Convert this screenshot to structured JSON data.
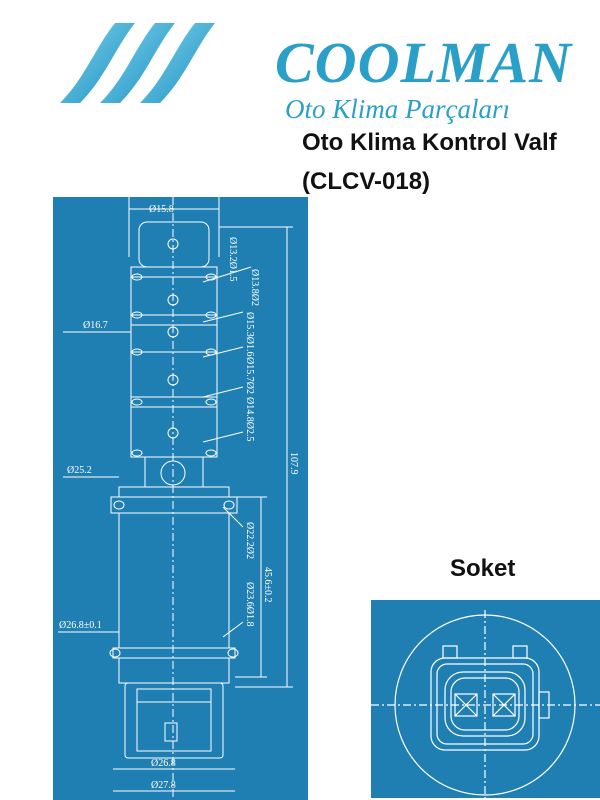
{
  "brand": {
    "name": "COOLMAN",
    "tagline": "Oto Klima Parçaları",
    "accent_color": "#2aa0c8"
  },
  "product": {
    "title_line1": "Oto Klima Kontrol Valf",
    "title_line2": "(CLCV-018)"
  },
  "drawing": {
    "background_color": "#1f7fb3",
    "dims": {
      "d15_8": "Ø15.8",
      "d13_2": "Ø13.2Ø1.5",
      "d13_8": "Ø13.8Ø2",
      "d16_7": "Ø16.7",
      "d15_3": "Ø15.3Ø1.6",
      "d15_7": "Ø15.7Ø2",
      "d14_8": "Ø14.8Ø2.5",
      "len_107": "107.9",
      "d25_2": "Ø25.2",
      "d22_2": "Ø22.2Ø2",
      "len_45": "45.6±0.2",
      "d23_6": "Ø23.6Ø1.8",
      "d26_8a": "Ø26.8±0.1",
      "d26_8b": "Ø26.8",
      "d27_8": "Ø27.8"
    }
  },
  "socket": {
    "label": "Soket",
    "background_color": "#1f7fb3"
  }
}
